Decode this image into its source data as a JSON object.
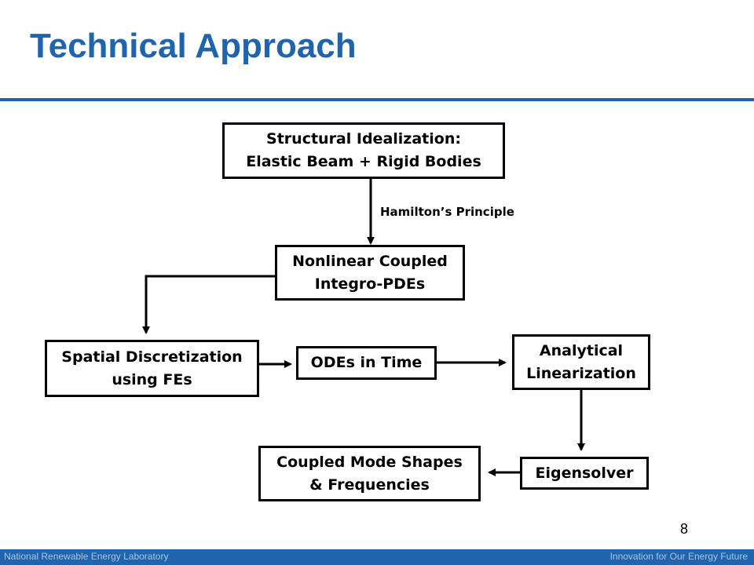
{
  "slide": {
    "title": "Technical Approach",
    "page_number": "8"
  },
  "diagram": {
    "nodes": {
      "structural_idealization": [
        "Structural Idealization:",
        "Elastic Beam + Rigid Bodies"
      ],
      "nonlinear_coupled": [
        "Nonlinear Coupled",
        "Integro-PDEs"
      ],
      "spatial_discretization": [
        "Spatial Discretization",
        "using FEs"
      ],
      "odes_in_time": [
        "ODEs in Time"
      ],
      "analytical_linearization": [
        "Analytical",
        "Linearization"
      ],
      "eigensolver": [
        "Eigensolver"
      ],
      "coupled_mode_shapes": [
        "Coupled Mode Shapes",
        "& Frequencies"
      ]
    },
    "edge_labels": {
      "hamiltons_principle": "Hamilton’s Principle"
    },
    "edges": [
      {
        "from": "structural_idealization",
        "to": "nonlinear_coupled",
        "label": "hamiltons_principle"
      },
      {
        "from": "nonlinear_coupled",
        "to": "spatial_discretization"
      },
      {
        "from": "spatial_discretization",
        "to": "odes_in_time"
      },
      {
        "from": "odes_in_time",
        "to": "analytical_linearization"
      },
      {
        "from": "analytical_linearization",
        "to": "eigensolver"
      },
      {
        "from": "eigensolver",
        "to": "coupled_mode_shapes"
      }
    ]
  },
  "footer": {
    "left": "National Renewable Energy Laboratory",
    "right": "Innovation for Our Energy Future"
  }
}
